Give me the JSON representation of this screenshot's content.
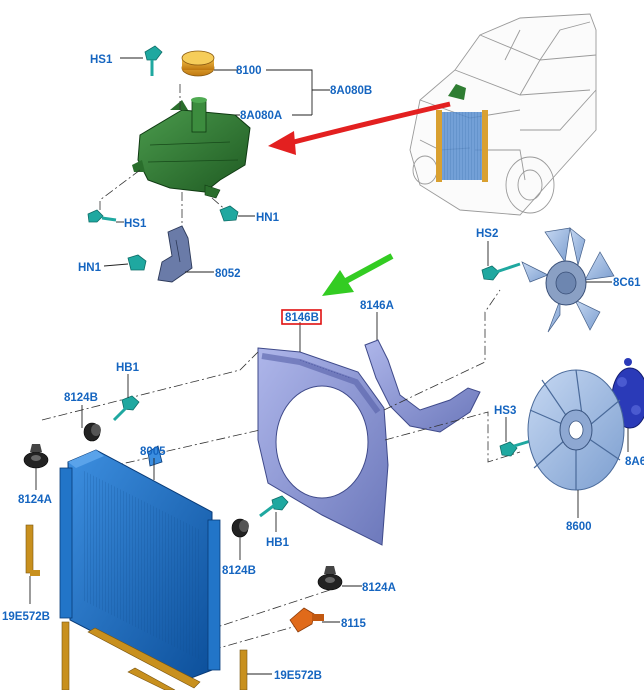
{
  "labels": {
    "hs1_top": "HS1",
    "cap": "8100",
    "tank_group": "8A080B",
    "tank": "8A080A",
    "hs1_bottom": "HS1",
    "hn1_right": "HN1",
    "hn1_left": "HN1",
    "bracket": "8052",
    "shroud": "8146B",
    "shroud_lower": "8146A",
    "hs2": "HS2",
    "fan_clutch": "8C61",
    "hb1_top": "HB1",
    "mount_8124b_top": "8124B",
    "radiator": "8005",
    "mount_8124a_left": "8124A",
    "hs3": "HS3",
    "fan_clutch_side": "8A6",
    "fan": "8600",
    "hb1_bottom": "HB1",
    "mount_8124b_bottom": "8124B",
    "mount_8124a_right": "8124A",
    "seal_left": "19E572B",
    "sensor": "8115",
    "seal_right": "19E572B"
  },
  "colors": {
    "label_text": "#1565c0",
    "highlight": "#e01010",
    "arrow_red": "#e32020",
    "arrow_green": "#33cc22",
    "tank": "#2f7d32",
    "cap": "#e0a020",
    "radiator": "#1976d2",
    "shroud": "#8f9ad8",
    "fan": "#9ab8e0",
    "seal": "#c8901e",
    "fastener": "#1fa8a0"
  }
}
